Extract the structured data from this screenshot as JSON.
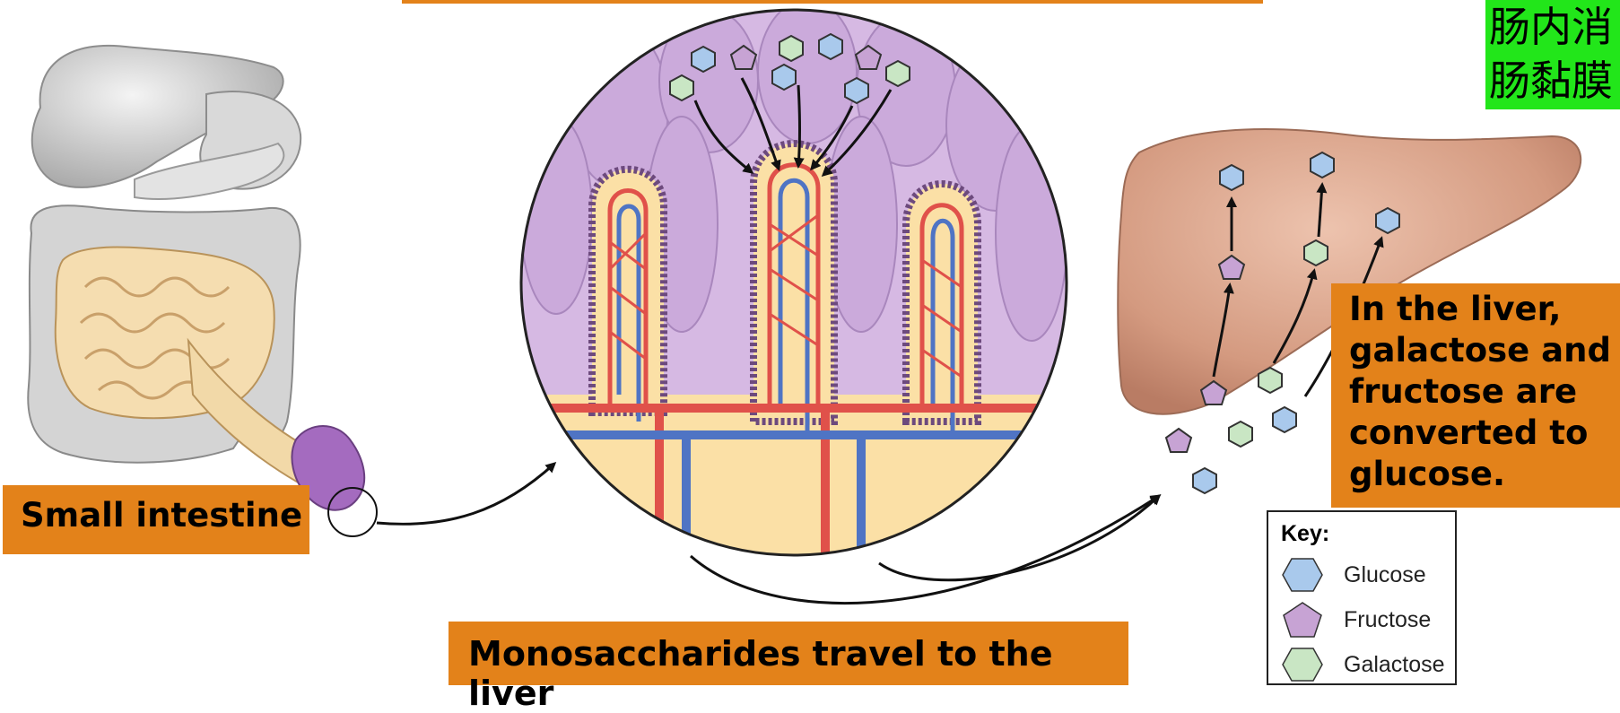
{
  "labels": {
    "small_intestine": "Small intestine",
    "travel": "Monosaccharides travel to the liver",
    "liver_line1": "In the liver,",
    "liver_line2": "galactose and",
    "liver_line3": "fructose are",
    "liver_line4": "converted to",
    "liver_line5": "glucose.",
    "cn_line1": "肠内消",
    "cn_line2": "肠黏膜"
  },
  "key": {
    "title": "Key:",
    "items": [
      {
        "name": "Glucose",
        "shape": "hexagon",
        "color": "#a9c9ec"
      },
      {
        "name": "Fructose",
        "shape": "pentagon",
        "color": "#c7a3d4"
      },
      {
        "name": "Galactose",
        "shape": "hexagon",
        "color": "#c9e6c4"
      }
    ]
  },
  "colors": {
    "label_bg": "#e3821a",
    "cn_bg": "#22e61a",
    "artery": "#e0514a",
    "vein": "#4f74c4",
    "villus_fill": "#fbe0a6",
    "epithelium": "#c9a6d8",
    "liver": "#d9a48c"
  }
}
